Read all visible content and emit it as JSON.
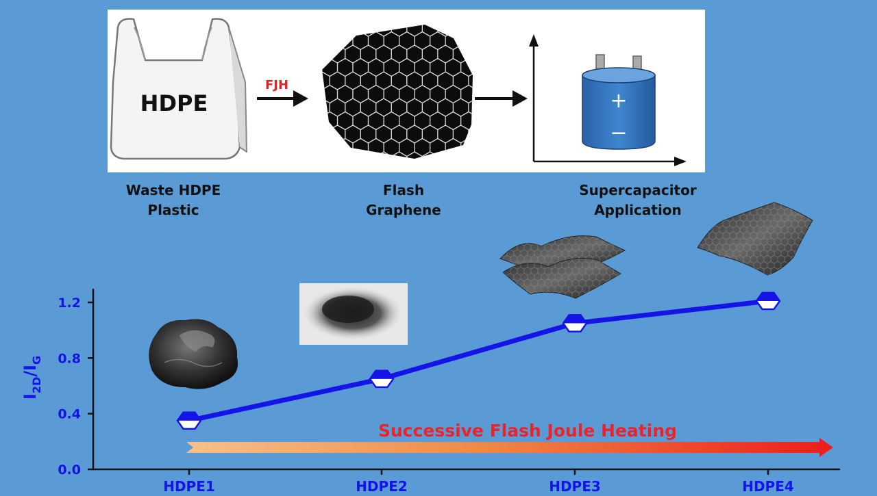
{
  "process": {
    "bag_text": "HDPE",
    "arrow1_label": "FJH",
    "steps": [
      {
        "line1": "Waste HDPE",
        "line2": "Plastic"
      },
      {
        "line1": "Flash",
        "line2": "Graphene"
      },
      {
        "line1": "Supercapacitor",
        "line2": "Application"
      }
    ],
    "plus_sign": "+",
    "minus_sign": "−"
  },
  "chart_data": {
    "type": "line",
    "categories": [
      "HDPE1",
      "HDPE2",
      "HDPE3",
      "HDPE4"
    ],
    "values": [
      0.35,
      0.65,
      1.05,
      1.21
    ],
    "ylim": [
      0,
      1.2
    ],
    "yticks": [
      "0.0",
      "0.4",
      "0.8",
      "1.2"
    ],
    "ylabel_main": "I",
    "ylabel_sub1": "2D",
    "ylabel_sep": "/I",
    "ylabel_sub2": "G",
    "annotation": "Successive Flash Joule Heating",
    "colors": {
      "line": "#1414e6",
      "axis": "#111111",
      "annotation": "#e8252a"
    }
  }
}
